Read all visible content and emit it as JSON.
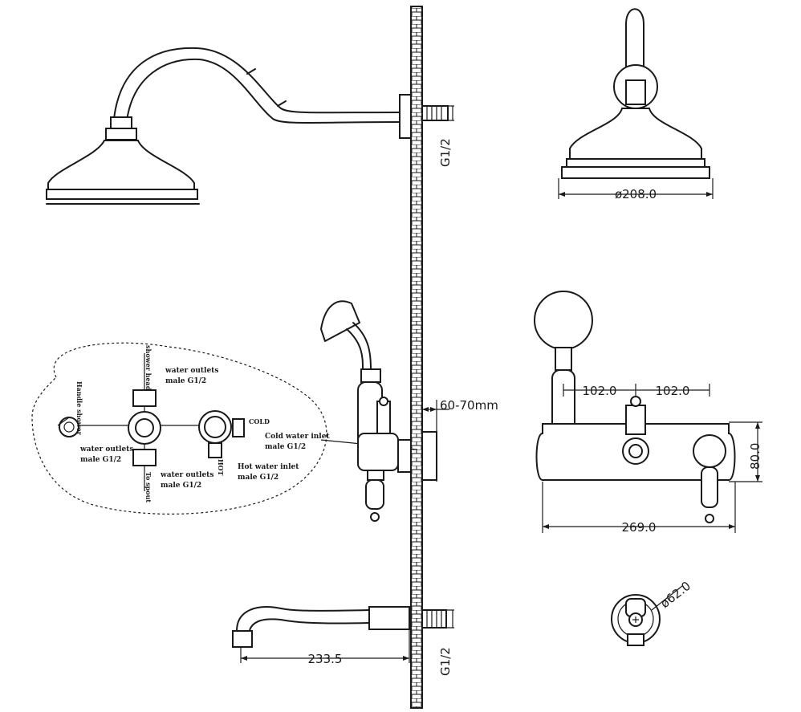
{
  "dimensions": {
    "thread_top": "G1/2",
    "head_diameter": "ø208.0",
    "wall_depth": "60-70mm",
    "spacing_left": "102.0",
    "spacing_right": "102.0",
    "plate_height": "80.0",
    "plate_width": "269.0",
    "spout_length": "233.5",
    "thread_bottom": "G1/2",
    "knob_diameter": "ø62.0"
  },
  "callout": {
    "water_outlets_top": "water outlets",
    "water_outlets_top_male": "male G1/2",
    "to_shower_head": "shower head",
    "handle_shower": "Handle shower",
    "water_outlets_left": "water outlets",
    "water_outlets_left_male": "male G1/2",
    "water_outlets_bottom": "water outlets",
    "water_outlets_bottom_male": "male G1/2",
    "to_spout": "To spout",
    "cold_tag": "COLD",
    "cold_inlet": "Cold water inlet",
    "cold_inlet_male": "male G1/2",
    "hot_tag": "HOT",
    "hot_inlet": "Hot water inlet",
    "hot_inlet_male": "male G1/2"
  }
}
